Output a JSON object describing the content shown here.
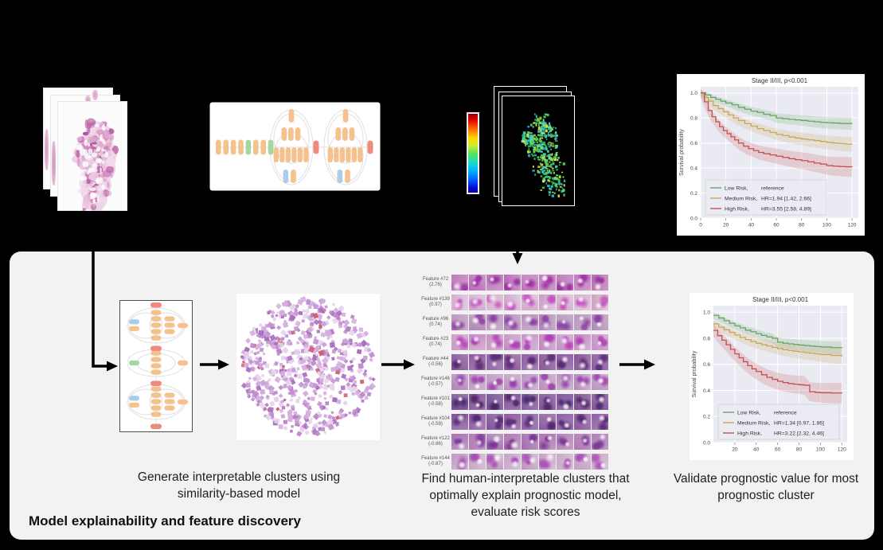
{
  "panel_label": "Model explainability and feature discovery",
  "captions": {
    "step1": {
      "line1": "Generate interpretable clusters using",
      "line2": "similarity-based model"
    },
    "step2": {
      "line1": "Find human-interpretable clusters that",
      "line2": "optimally explain prognostic model,",
      "line3": "evaluate risk scores"
    },
    "step3": {
      "line1": "Validate prognostic value for most",
      "line2": "prognostic cluster"
    }
  },
  "features": {
    "rows": [
      {
        "label": "Feature #72",
        "value": "(2.76)"
      },
      {
        "label": "Feature #139",
        "value": "(0.97)"
      },
      {
        "label": "Feature #96",
        "value": "(0.74)"
      },
      {
        "label": "Feature #23",
        "value": "(0.74)"
      },
      {
        "label": "Feature #44",
        "value": "(-0.56)"
      },
      {
        "label": "Feature #146",
        "value": "(-0.57)"
      },
      {
        "label": "Feature #101",
        "value": "(-0.58)"
      },
      {
        "label": "Feature #104",
        "value": "(-0.59)"
      },
      {
        "label": "Feature #122",
        "value": "(-0.86)"
      },
      {
        "label": "Feature #144",
        "value": "(-0.87)"
      }
    ]
  },
  "palettes": {
    "histology": [
      "#ecc6df",
      "#e0a9cf",
      "#d18abc",
      "#c06aab",
      "#a9549a",
      "#f2dcea"
    ],
    "heatmap_green": [
      "#4fd24f",
      "#66d95a",
      "#3cc84a"
    ],
    "heatmap_cyan": [
      "#35dcc3",
      "#2fd0dd",
      "#49e0b0"
    ],
    "heatmap_yellow": [
      "#d8e040",
      "#eaee3e",
      "#b8e045"
    ],
    "heatmap_blue": "#2a9fe0",
    "cluster": [
      "#e7d2ec",
      "#d4aede",
      "#c08ecf",
      "#a96fbd",
      "#caa0d8",
      "#b77fc4",
      "#cf5f72"
    ],
    "network": {
      "orange": "#f5c28e",
      "green": "#a6d6a2",
      "blue": "#a9cce8",
      "red": "#ef8a7f"
    }
  },
  "chart_data": [
    {
      "type": "line",
      "name": "top_validation_km",
      "title": "Stage II/III, p<0.001",
      "xlabel": "",
      "ylabel": "Survival probability",
      "xlim": [
        0,
        125
      ],
      "ylim": [
        0,
        1.05
      ],
      "xticks": [
        0,
        20,
        40,
        60,
        80,
        100,
        120
      ],
      "yticks": [
        0.0,
        0.2,
        0.4,
        0.6,
        0.8,
        1.0
      ],
      "plot_bg": "#eaeaf2",
      "grid": true,
      "legend_position": "lower left",
      "series": [
        {
          "name": "Low Risk,",
          "hr": "reference",
          "color": "#67a564",
          "band": [
            0.025,
            0.05
          ],
          "points": [
            [
              0,
              1.0
            ],
            [
              4,
              0.985
            ],
            [
              8,
              0.965
            ],
            [
              12,
              0.95
            ],
            [
              16,
              0.935
            ],
            [
              20,
              0.92
            ],
            [
              25,
              0.905
            ],
            [
              30,
              0.885
            ],
            [
              35,
              0.87
            ],
            [
              40,
              0.855
            ],
            [
              45,
              0.845
            ],
            [
              50,
              0.83
            ],
            [
              55,
              0.82
            ],
            [
              60,
              0.8
            ],
            [
              65,
              0.795
            ],
            [
              70,
              0.79
            ],
            [
              75,
              0.785
            ],
            [
              80,
              0.78
            ],
            [
              85,
              0.775
            ],
            [
              90,
              0.77
            ],
            [
              95,
              0.765
            ],
            [
              100,
              0.762
            ],
            [
              105,
              0.76
            ],
            [
              110,
              0.757
            ],
            [
              115,
              0.756
            ],
            [
              120,
              0.755
            ]
          ]
        },
        {
          "name": "Medium Risk,",
          "hr": "HR=1.94 [1.42, 2.66]",
          "color": "#c6a757",
          "band": [
            0.03,
            0.06
          ],
          "points": [
            [
              0,
              1.0
            ],
            [
              3,
              0.965
            ],
            [
              6,
              0.935
            ],
            [
              10,
              0.9
            ],
            [
              14,
              0.875
            ],
            [
              18,
              0.85
            ],
            [
              22,
              0.825
            ],
            [
              26,
              0.8
            ],
            [
              30,
              0.78
            ],
            [
              35,
              0.755
            ],
            [
              40,
              0.735
            ],
            [
              45,
              0.715
            ],
            [
              50,
              0.7
            ],
            [
              55,
              0.685
            ],
            [
              60,
              0.67
            ],
            [
              65,
              0.66
            ],
            [
              70,
              0.648
            ],
            [
              75,
              0.64
            ],
            [
              80,
              0.632
            ],
            [
              85,
              0.625
            ],
            [
              90,
              0.62
            ],
            [
              95,
              0.612
            ],
            [
              100,
              0.605
            ],
            [
              105,
              0.6
            ],
            [
              110,
              0.596
            ],
            [
              115,
              0.592
            ],
            [
              120,
              0.59
            ]
          ]
        },
        {
          "name": "High Risk,",
          "hr": "HR=3.55 [2.58, 4.89]",
          "color": "#c44e52",
          "band": [
            0.04,
            0.08
          ],
          "points": [
            [
              0,
              1.0
            ],
            [
              3,
              0.93
            ],
            [
              6,
              0.86
            ],
            [
              9,
              0.81
            ],
            [
              12,
              0.77
            ],
            [
              15,
              0.73
            ],
            [
              18,
              0.7
            ],
            [
              21,
              0.675
            ],
            [
              24,
              0.65
            ],
            [
              27,
              0.625
            ],
            [
              30,
              0.6
            ],
            [
              34,
              0.575
            ],
            [
              38,
              0.555
            ],
            [
              42,
              0.54
            ],
            [
              46,
              0.525
            ],
            [
              50,
              0.515
            ],
            [
              55,
              0.505
            ],
            [
              60,
              0.495
            ],
            [
              65,
              0.485
            ],
            [
              70,
              0.475
            ],
            [
              75,
              0.467
            ],
            [
              80,
              0.46
            ],
            [
              85,
              0.45
            ],
            [
              90,
              0.44
            ],
            [
              95,
              0.432
            ],
            [
              100,
              0.42
            ],
            [
              105,
              0.415
            ],
            [
              110,
              0.412
            ],
            [
              115,
              0.41
            ],
            [
              120,
              0.408
            ]
          ]
        }
      ]
    },
    {
      "type": "line",
      "name": "bottom_cluster_km",
      "title": "Stage II/III, p<0.001",
      "xlabel": "",
      "ylabel": "Survival probability",
      "xlim": [
        0,
        125
      ],
      "ylim": [
        0,
        1.05
      ],
      "xticks": [
        20,
        40,
        60,
        80,
        100,
        120
      ],
      "yticks": [
        0.0,
        0.2,
        0.4,
        0.6,
        0.8,
        1.0
      ],
      "plot_bg": "#eaeaf2",
      "grid": true,
      "legend_position": "lower left",
      "series": [
        {
          "name": "Low Risk,",
          "hr": "reference",
          "color": "#67a564",
          "band": [
            0.025,
            0.05
          ],
          "points": [
            [
              0,
              0.975
            ],
            [
              5,
              0.955
            ],
            [
              10,
              0.935
            ],
            [
              15,
              0.915
            ],
            [
              20,
              0.895
            ],
            [
              25,
              0.88
            ],
            [
              30,
              0.862
            ],
            [
              35,
              0.85
            ],
            [
              40,
              0.835
            ],
            [
              45,
              0.822
            ],
            [
              50,
              0.81
            ],
            [
              55,
              0.8
            ],
            [
              60,
              0.77
            ],
            [
              65,
              0.762
            ],
            [
              70,
              0.757
            ],
            [
              75,
              0.752
            ],
            [
              80,
              0.748
            ],
            [
              85,
              0.744
            ],
            [
              90,
              0.74
            ],
            [
              95,
              0.737
            ],
            [
              100,
              0.733
            ],
            [
              110,
              0.728
            ],
            [
              120,
              0.725
            ]
          ]
        },
        {
          "name": "Medium Risk,",
          "hr": "HR=1.34 [0.97, 1.86]",
          "color": "#c6a757",
          "band": [
            0.03,
            0.06
          ],
          "points": [
            [
              0,
              0.91
            ],
            [
              5,
              0.885
            ],
            [
              10,
              0.865
            ],
            [
              15,
              0.845
            ],
            [
              20,
              0.825
            ],
            [
              25,
              0.805
            ],
            [
              30,
              0.79
            ],
            [
              35,
              0.775
            ],
            [
              40,
              0.762
            ],
            [
              45,
              0.75
            ],
            [
              50,
              0.74
            ],
            [
              55,
              0.73
            ],
            [
              60,
              0.72
            ],
            [
              65,
              0.712
            ],
            [
              70,
              0.705
            ],
            [
              75,
              0.7
            ],
            [
              80,
              0.695
            ],
            [
              85,
              0.69
            ],
            [
              90,
              0.685
            ],
            [
              95,
              0.68
            ],
            [
              100,
              0.675
            ],
            [
              110,
              0.668
            ],
            [
              120,
              0.66
            ]
          ]
        },
        {
          "name": "High Risk,",
          "hr": "HR=3.22 [2.32, 4.46]",
          "color": "#c44e52",
          "band": [
            0.05,
            0.08
          ],
          "points": [
            [
              0,
              0.86
            ],
            [
              4,
              0.82
            ],
            [
              8,
              0.785
            ],
            [
              12,
              0.75
            ],
            [
              16,
              0.715
            ],
            [
              20,
              0.68
            ],
            [
              24,
              0.65
            ],
            [
              28,
              0.62
            ],
            [
              32,
              0.59
            ],
            [
              36,
              0.565
            ],
            [
              40,
              0.545
            ],
            [
              45,
              0.52
            ],
            [
              50,
              0.5
            ],
            [
              55,
              0.485
            ],
            [
              60,
              0.47
            ],
            [
              65,
              0.46
            ],
            [
              70,
              0.452
            ],
            [
              75,
              0.447
            ],
            [
              80,
              0.443
            ],
            [
              85,
              0.44
            ],
            [
              90,
              0.39
            ],
            [
              95,
              0.385
            ],
            [
              100,
              0.382
            ],
            [
              110,
              0.38
            ],
            [
              120,
              0.378
            ]
          ]
        }
      ]
    }
  ]
}
